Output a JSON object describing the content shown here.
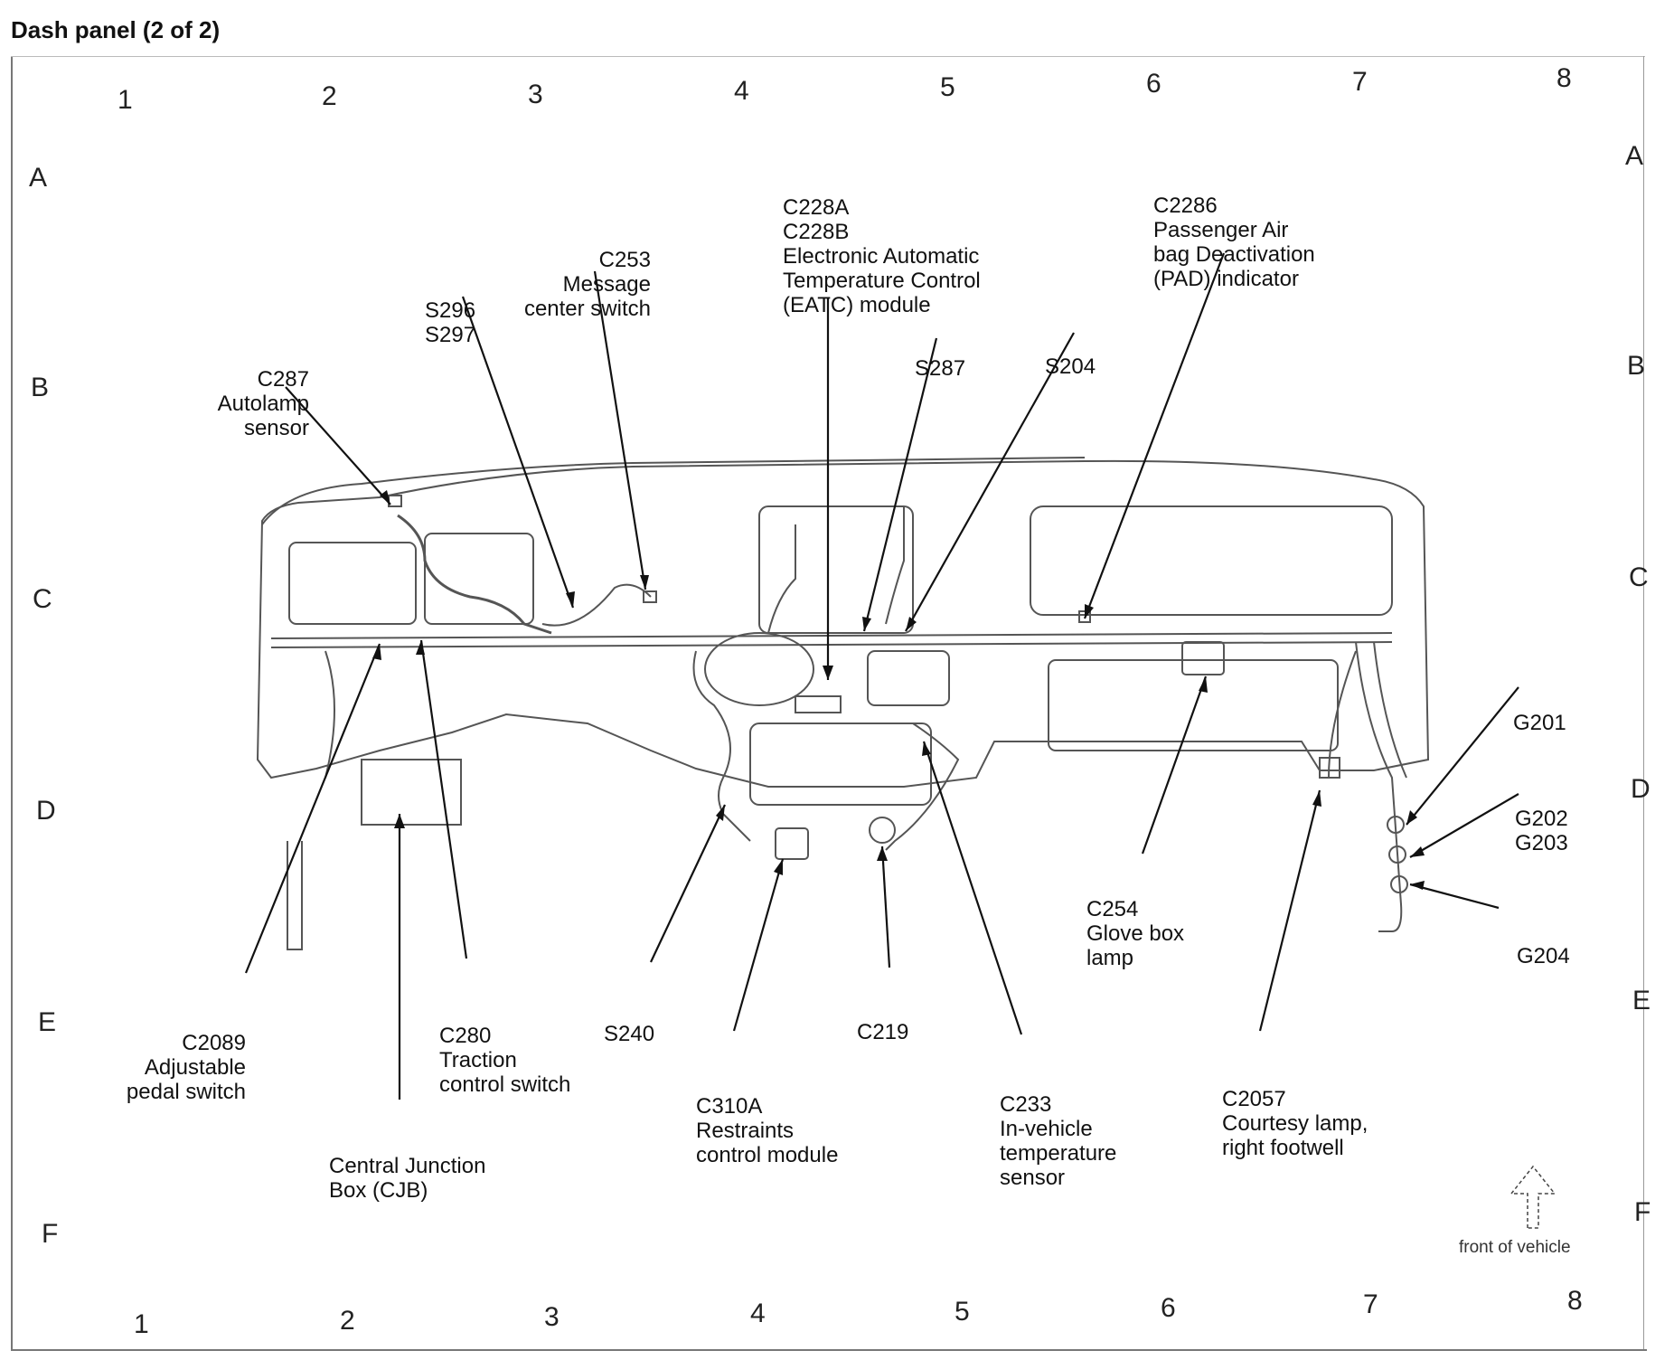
{
  "page": {
    "title": "Dash panel (2 of 2)"
  },
  "grid": {
    "columns": [
      "1",
      "2",
      "3",
      "4",
      "5",
      "6",
      "7",
      "8"
    ],
    "rows": [
      "A",
      "B",
      "C",
      "D",
      "E",
      "F"
    ]
  },
  "labels": {
    "c287": [
      "C287",
      "Autolamp",
      "sensor"
    ],
    "s296": [
      "S296",
      "S297"
    ],
    "c253": [
      "C253",
      "Message",
      "center switch"
    ],
    "c228": [
      "C228A",
      "C228B",
      "Electronic Automatic",
      "Temperature Control",
      "(EATC) module"
    ],
    "s287": [
      "S287"
    ],
    "s204": [
      "S204"
    ],
    "c2286": [
      "C2286",
      "Passenger Air",
      "bag Deactivation",
      "(PAD) indicator"
    ],
    "g201": [
      "G201"
    ],
    "g202": [
      "G202",
      "G203"
    ],
    "g204": [
      "G204"
    ],
    "c254": [
      "C254",
      "Glove box",
      "lamp"
    ],
    "c2089": [
      "C2089",
      "Adjustable",
      "pedal switch"
    ],
    "c280": [
      "C280",
      "Traction",
      "control switch"
    ],
    "s240": [
      "S240"
    ],
    "c219": [
      "C219"
    ],
    "c310a": [
      "C310A",
      "Restraints",
      "control module"
    ],
    "c233": [
      "C233",
      "In-vehicle",
      "temperature",
      "sensor"
    ],
    "c2057": [
      "C2057",
      "Courtesy lamp,",
      "right footwell"
    ],
    "cjb": [
      "Central Junction",
      "Box (CJB)"
    ]
  },
  "front_of_vehicle": "front of vehicle",
  "colors": {
    "line": "#111111",
    "drawing": "#555555",
    "frame": "#777777"
  }
}
